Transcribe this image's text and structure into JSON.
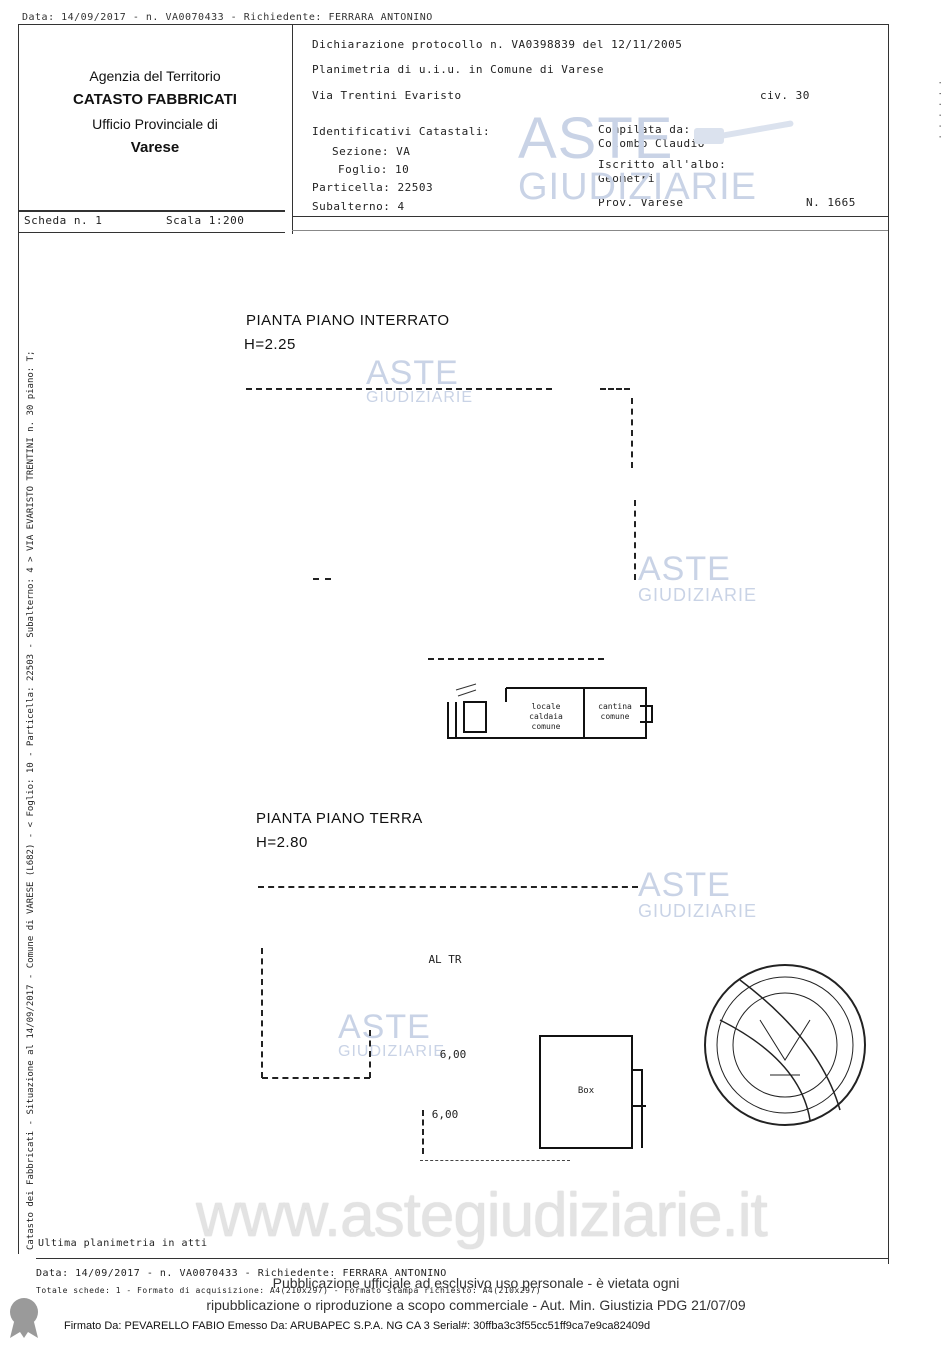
{
  "header": {
    "top_strip": "Data: 14/09/2017 - n. VA0070433 - Richiedente: FERRARA ANTONINO",
    "protocol_line": "Dichiarazione protocollo n. VA0398839 del 12/11/2005",
    "planimetry_line": "Planimetria di u.i.u. in Comune di Varese",
    "address": "Via Trentini Evaristo",
    "civ": "civ. 30",
    "identifiers_title": "Identificativi Catastali:",
    "sezione": "Sezione: VA",
    "foglio": "Foglio: 10",
    "particella": "Particella: 22503",
    "subalterno": "Subalterno: 4",
    "compilata_label": "Compilata da:",
    "compilata_name": "Colombo Claudio",
    "iscritto_label": "Iscritto all'albo:",
    "iscritto_value": "Geometri",
    "prov": "Prov. Varese",
    "number": "N. 1665",
    "scheda": "Scheda n. 1",
    "scala": "Scala 1:200"
  },
  "agency": {
    "line1": "Agenzia del Territorio",
    "line2": "CATASTO FABBRICATI",
    "line3": "Ufficio Provinciale di",
    "line4": "Varese"
  },
  "plans": {
    "interrato_title": "PIANTA PIANO INTERRATO",
    "interrato_height": "H=2.25",
    "terra_title": "PIANTA PIANO TERRA",
    "terra_height": "H=2.80",
    "room_locale": "locale caldaia comune",
    "room_cantina": "cantina comune",
    "label_alt": "AL TR",
    "label_box": "Box",
    "label_a": "6,00",
    "label_b": "6,00"
  },
  "side_text": "Catasto dei Fabbricati - Situazione al 14/09/2017 - Comune di VARESE (L682) - < Foglio: 10 - Particella: 22503 - Subalterno: 4 > VIA EVARISTO TRENTINI n. 30 piano: T;",
  "footer": {
    "ultima_planimetria": "Ultima planimetria in atti",
    "bottom_data": "Data: 14/09/2017 - n. VA0070433 - Richiedente: FERRARA ANTONINO",
    "bottom_total": "Totale schede: 1 - Formato di acquisizione: A4(210x297) - Formato stampa richiesto: A4(210x297)",
    "watermark_site": "www.astegiudiziarie.it",
    "publication_1": "Pubblicazione ufficiale ad esclusivo uso personale - è vietata ogni",
    "publication_2": "ripubblicazione o riproduzione a scopo commerciale - Aut. Min. Giustizia PDG 21/07/09",
    "signature": "Firmato Da: PEVARELLO FABIO Emesso Da: ARUBAPEC S.P.A. NG CA 3 Serial#: 30ffba3c3f55cc51ff9ca7e9ca82409d"
  },
  "watermark": {
    "big": "ASTE",
    "sub": "GIUDIZIARIE"
  },
  "colors": {
    "watermark": "#c9d3e6",
    "ink": "#111111"
  }
}
